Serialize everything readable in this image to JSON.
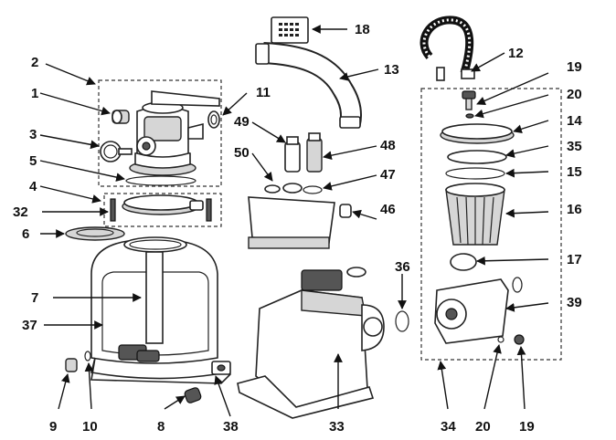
{
  "callouts": [
    {
      "key": "c1",
      "text": "1"
    },
    {
      "key": "c2",
      "text": "2"
    },
    {
      "key": "c3",
      "text": "3"
    },
    {
      "key": "c4",
      "text": "4"
    },
    {
      "key": "c5",
      "text": "5"
    },
    {
      "key": "c6",
      "text": "6"
    },
    {
      "key": "c7",
      "text": "7"
    },
    {
      "key": "c8",
      "text": "8"
    },
    {
      "key": "c9",
      "text": "9"
    },
    {
      "key": "c10",
      "text": "10"
    },
    {
      "key": "c11",
      "text": "11"
    },
    {
      "key": "c12",
      "text": "12"
    },
    {
      "key": "c13",
      "text": "13"
    },
    {
      "key": "c14",
      "text": "14"
    },
    {
      "key": "c15",
      "text": "15"
    },
    {
      "key": "c16",
      "text": "16"
    },
    {
      "key": "c17",
      "text": "17"
    },
    {
      "key": "c18",
      "text": "18"
    },
    {
      "key": "c19a",
      "text": "19"
    },
    {
      "key": "c19b",
      "text": "19"
    },
    {
      "key": "c20a",
      "text": "20"
    },
    {
      "key": "c20b",
      "text": "20"
    },
    {
      "key": "c32",
      "text": "32"
    },
    {
      "key": "c33",
      "text": "33"
    },
    {
      "key": "c34",
      "text": "34"
    },
    {
      "key": "c35",
      "text": "35"
    },
    {
      "key": "c36",
      "text": "36"
    },
    {
      "key": "c37",
      "text": "37"
    },
    {
      "key": "c38",
      "text": "38"
    },
    {
      "key": "c39",
      "text": "39"
    },
    {
      "key": "c46",
      "text": "46"
    },
    {
      "key": "c47",
      "text": "47"
    },
    {
      "key": "c48",
      "text": "48"
    },
    {
      "key": "c49",
      "text": "49"
    },
    {
      "key": "c50",
      "text": "50"
    }
  ]
}
